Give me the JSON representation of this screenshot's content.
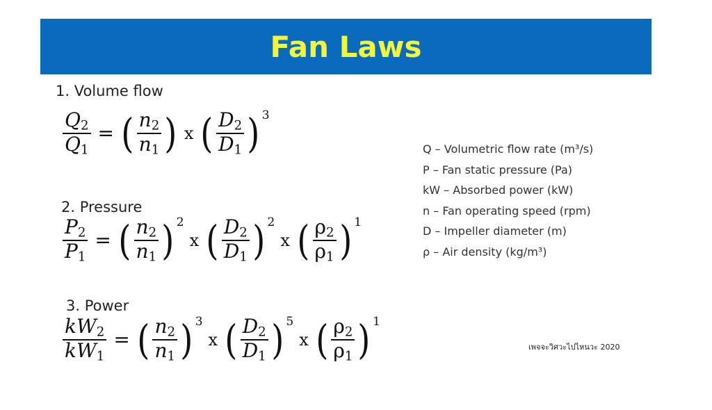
{
  "title": "Fan Laws",
  "sections": {
    "volume": "1. Volume flow",
    "pressure": "2. Pressure",
    "power": "3. Power"
  },
  "legend": [
    "Q – Volumetric flow rate (m³/s)",
    "P – Fan static pressure (Pa)",
    "kW – Absorbed power (kW)",
    "n – Fan operating speed (rpm)",
    "D – Impeller diameter (m)",
    "ρ – Air density (kg/m³)"
  ],
  "credit": "เพจจะวิศวะไปไหนวะ 2020",
  "colors": {
    "banner": "#0a6bbd",
    "title": "#f2f53c"
  }
}
